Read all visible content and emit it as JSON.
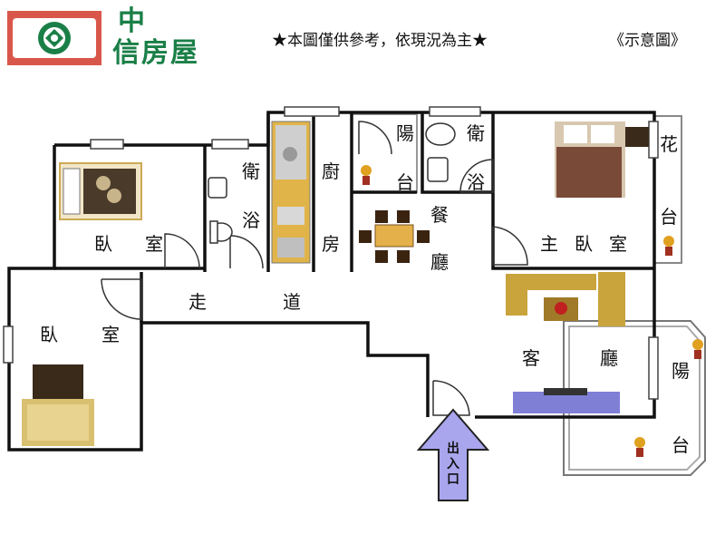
{
  "header": {
    "brand_line1": "中",
    "brand_line2": "信房屋",
    "notice": "★本圖僅供參考，依現況為主★",
    "legend": "《示意圖》"
  },
  "rooms": {
    "bedroom_a": [
      "臥",
      "室"
    ],
    "bath_a": [
      "衛",
      "浴"
    ],
    "kitchen": [
      "廚",
      "房"
    ],
    "balcony_top": [
      "陽",
      "台"
    ],
    "bath_b": [
      "衛",
      "浴"
    ],
    "dining": [
      "餐",
      "廳"
    ],
    "master": [
      "主",
      "臥",
      "室"
    ],
    "flower": [
      "花",
      "台"
    ],
    "corridor": [
      "走",
      "道"
    ],
    "bedroom_b": [
      "臥",
      "室"
    ],
    "living": [
      "客",
      "廳"
    ],
    "balcony_right": [
      "陽",
      "台"
    ],
    "entrance": "出入口"
  },
  "colors": {
    "logo_bg": "#d9574a",
    "brand": "#1a7f47",
    "wall": "#111111",
    "entrance_arrow": "#a9a6ee",
    "tv": "#7f7fd6",
    "counter": "#e1b44a",
    "sofa": "#c9a33c"
  }
}
